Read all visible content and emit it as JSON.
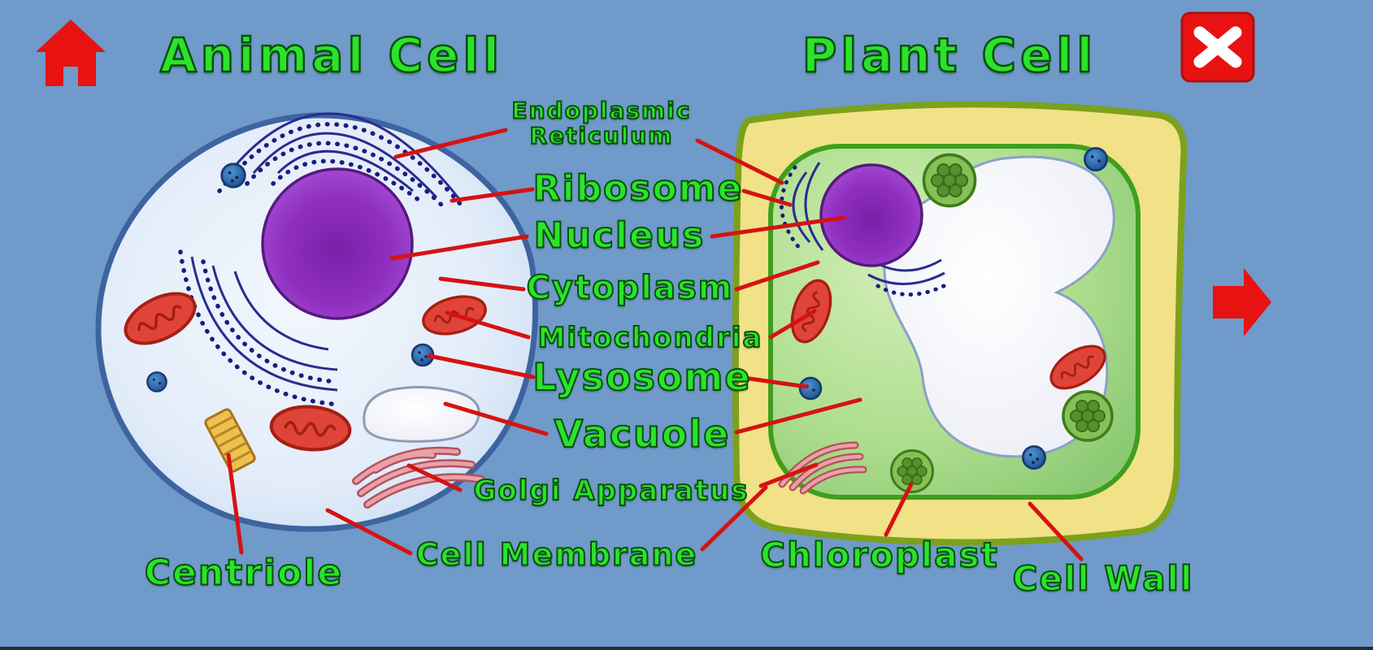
{
  "app": {
    "background_color": "#6f9ac9",
    "label_green": "#2be32b",
    "line_red": "#d61212",
    "button_red": "#e81212"
  },
  "titles": {
    "animal_cell": "Animal Cell",
    "plant_cell": "Plant Cell"
  },
  "labels": {
    "endoplasmic_reticulum": "Endoplasmic\nReticulum",
    "ribosome": "Ribosome",
    "nucleus": "Nucleus",
    "cytoplasm": "Cytoplasm",
    "mitochondria": "Mitochondria",
    "lysosome": "Lysosome",
    "vacuole": "Vacuole",
    "golgi_apparatus": "Golgi Apparatus",
    "cell_membrane": "Cell Membrane",
    "centriole": "Centriole",
    "chloroplast": "Chloroplast",
    "cell_wall": "Cell Wall"
  },
  "nav": {
    "home_icon": "home-icon",
    "close_icon": "close-icon",
    "next_icon": "arrow-right-icon"
  }
}
